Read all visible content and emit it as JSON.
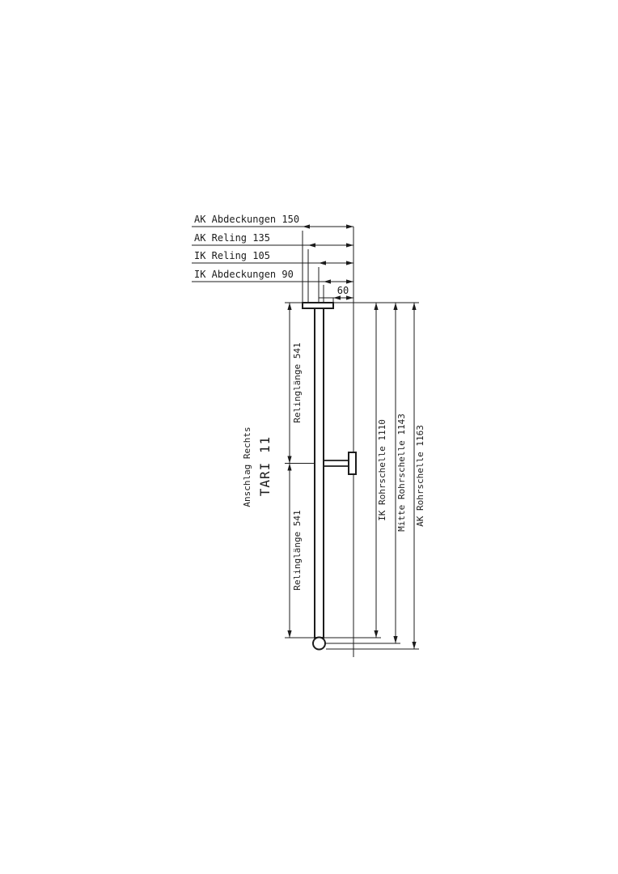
{
  "page": {
    "background": "#ffffff",
    "line_color": "#1c1c1c"
  },
  "drawing": {
    "product_title": "TARI 11",
    "product_subtitle": "Anschlag Rechts",
    "top_dimensions": [
      {
        "label": "AK Abdeckungen 150"
      },
      {
        "label": "AK Reling 135"
      },
      {
        "label": "IK Reling 105"
      },
      {
        "label": "IK Abdeckungen 90"
      },
      {
        "label": "60"
      }
    ],
    "left_dimensions": [
      {
        "label": "Relinglänge 541"
      },
      {
        "label": "Relinglänge 541"
      }
    ],
    "right_dimensions": [
      {
        "label": "IK Rohrschelle 1110"
      },
      {
        "label": "Mitte Rohrschelle 1143"
      },
      {
        "label": "AK Rohrschelle 1163"
      }
    ]
  }
}
